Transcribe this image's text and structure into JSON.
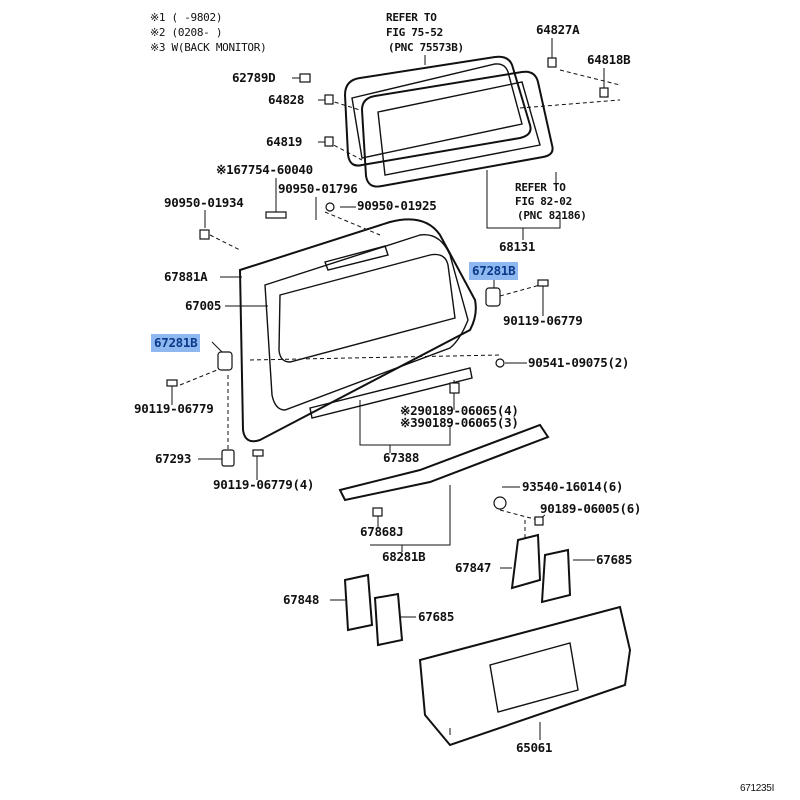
{
  "notes": [
    "※1 (      -9802)",
    "※2 (0208-      )",
    "※3 W(BACK MONITOR)"
  ],
  "refer_1": [
    "REFER TO",
    "FIG 75-52",
    "(PNC 75573B)"
  ],
  "refer_2": [
    "REFER TO",
    "FIG 82-02",
    "(PNC 82186)"
  ],
  "parts": {
    "p64827A": "64827A",
    "p64818B": "64818B",
    "p62789D": "62789D",
    "p64828": "64828",
    "p64819": "64819",
    "p67754": "※167754-60040",
    "p90950_01796": "90950-01796",
    "p90950_01934": "90950-01934",
    "p90950_01925": "90950-01925",
    "p68131": "68131",
    "p67281B_right": "67281B",
    "p67281B_left": "67281B",
    "p67881A": "67881A",
    "p67005": "67005",
    "p90119_right": "90119-06779",
    "p90119_left": "90119-06779",
    "p90541": "90541-09075(2)",
    "p90189_2": "※290189-06065(4)",
    "p90189_3": "※390189-06065(3)",
    "p67293": "67293",
    "p67388": "67388",
    "p90119_4": "90119-06779(4)",
    "p93540": "93540-16014(6)",
    "p90189_06005": "90189-06005(6)",
    "p67868J": "67868J",
    "p68281B": "68281B",
    "p67847": "67847",
    "p67685_right": "67685",
    "p67848": "67848",
    "p67685_left": "67685",
    "p65061": "65061"
  },
  "figure_id": "671235I",
  "highlight_color": "#8fb8f0"
}
